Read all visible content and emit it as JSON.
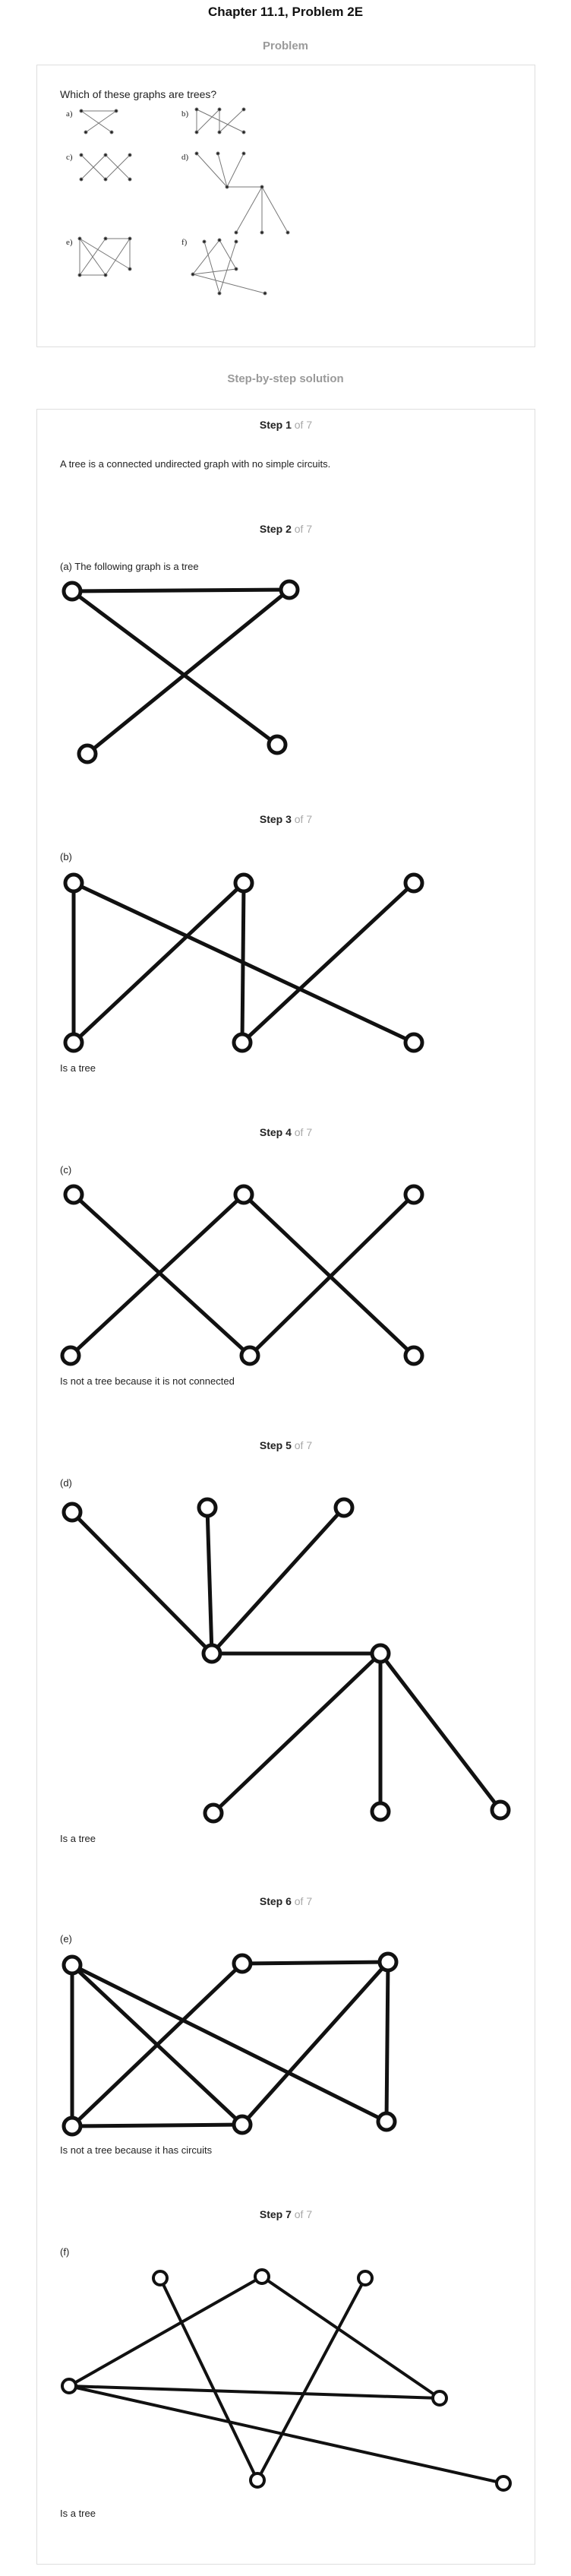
{
  "header": {
    "title": "Chapter 11.1, Problem 2E"
  },
  "problem": {
    "section_title": "Problem",
    "question": "Which of these graphs are trees?",
    "labels": [
      "a)",
      "b)",
      "c)",
      "d)",
      "e)",
      "f)"
    ]
  },
  "solution": {
    "section_title": "Step-by-step solution"
  },
  "steps": [
    {
      "label": "Step 1",
      "of": "of 7",
      "texts": [
        "A tree is a connected undirected graph with no simple circuits."
      ]
    },
    {
      "label": "Step 2",
      "of": "of 7",
      "texts": [
        "(a) The following graph is a tree"
      ]
    },
    {
      "label": "Step 3",
      "of": "of 7",
      "texts": [
        "(b)",
        "Is a tree"
      ]
    },
    {
      "label": "Step 4",
      "of": "of 7",
      "texts": [
        "(c)",
        "Is not a tree because it is not connected"
      ]
    },
    {
      "label": "Step 5",
      "of": "of 7",
      "texts": [
        "(d)",
        "Is a tree"
      ]
    },
    {
      "label": "Step 6",
      "of": "of 7",
      "texts": [
        "(e)",
        "Is not a tree because it has circuits"
      ]
    },
    {
      "label": "Step 7",
      "of": "of 7",
      "texts": [
        "(f)",
        "Is a tree"
      ]
    }
  ]
}
